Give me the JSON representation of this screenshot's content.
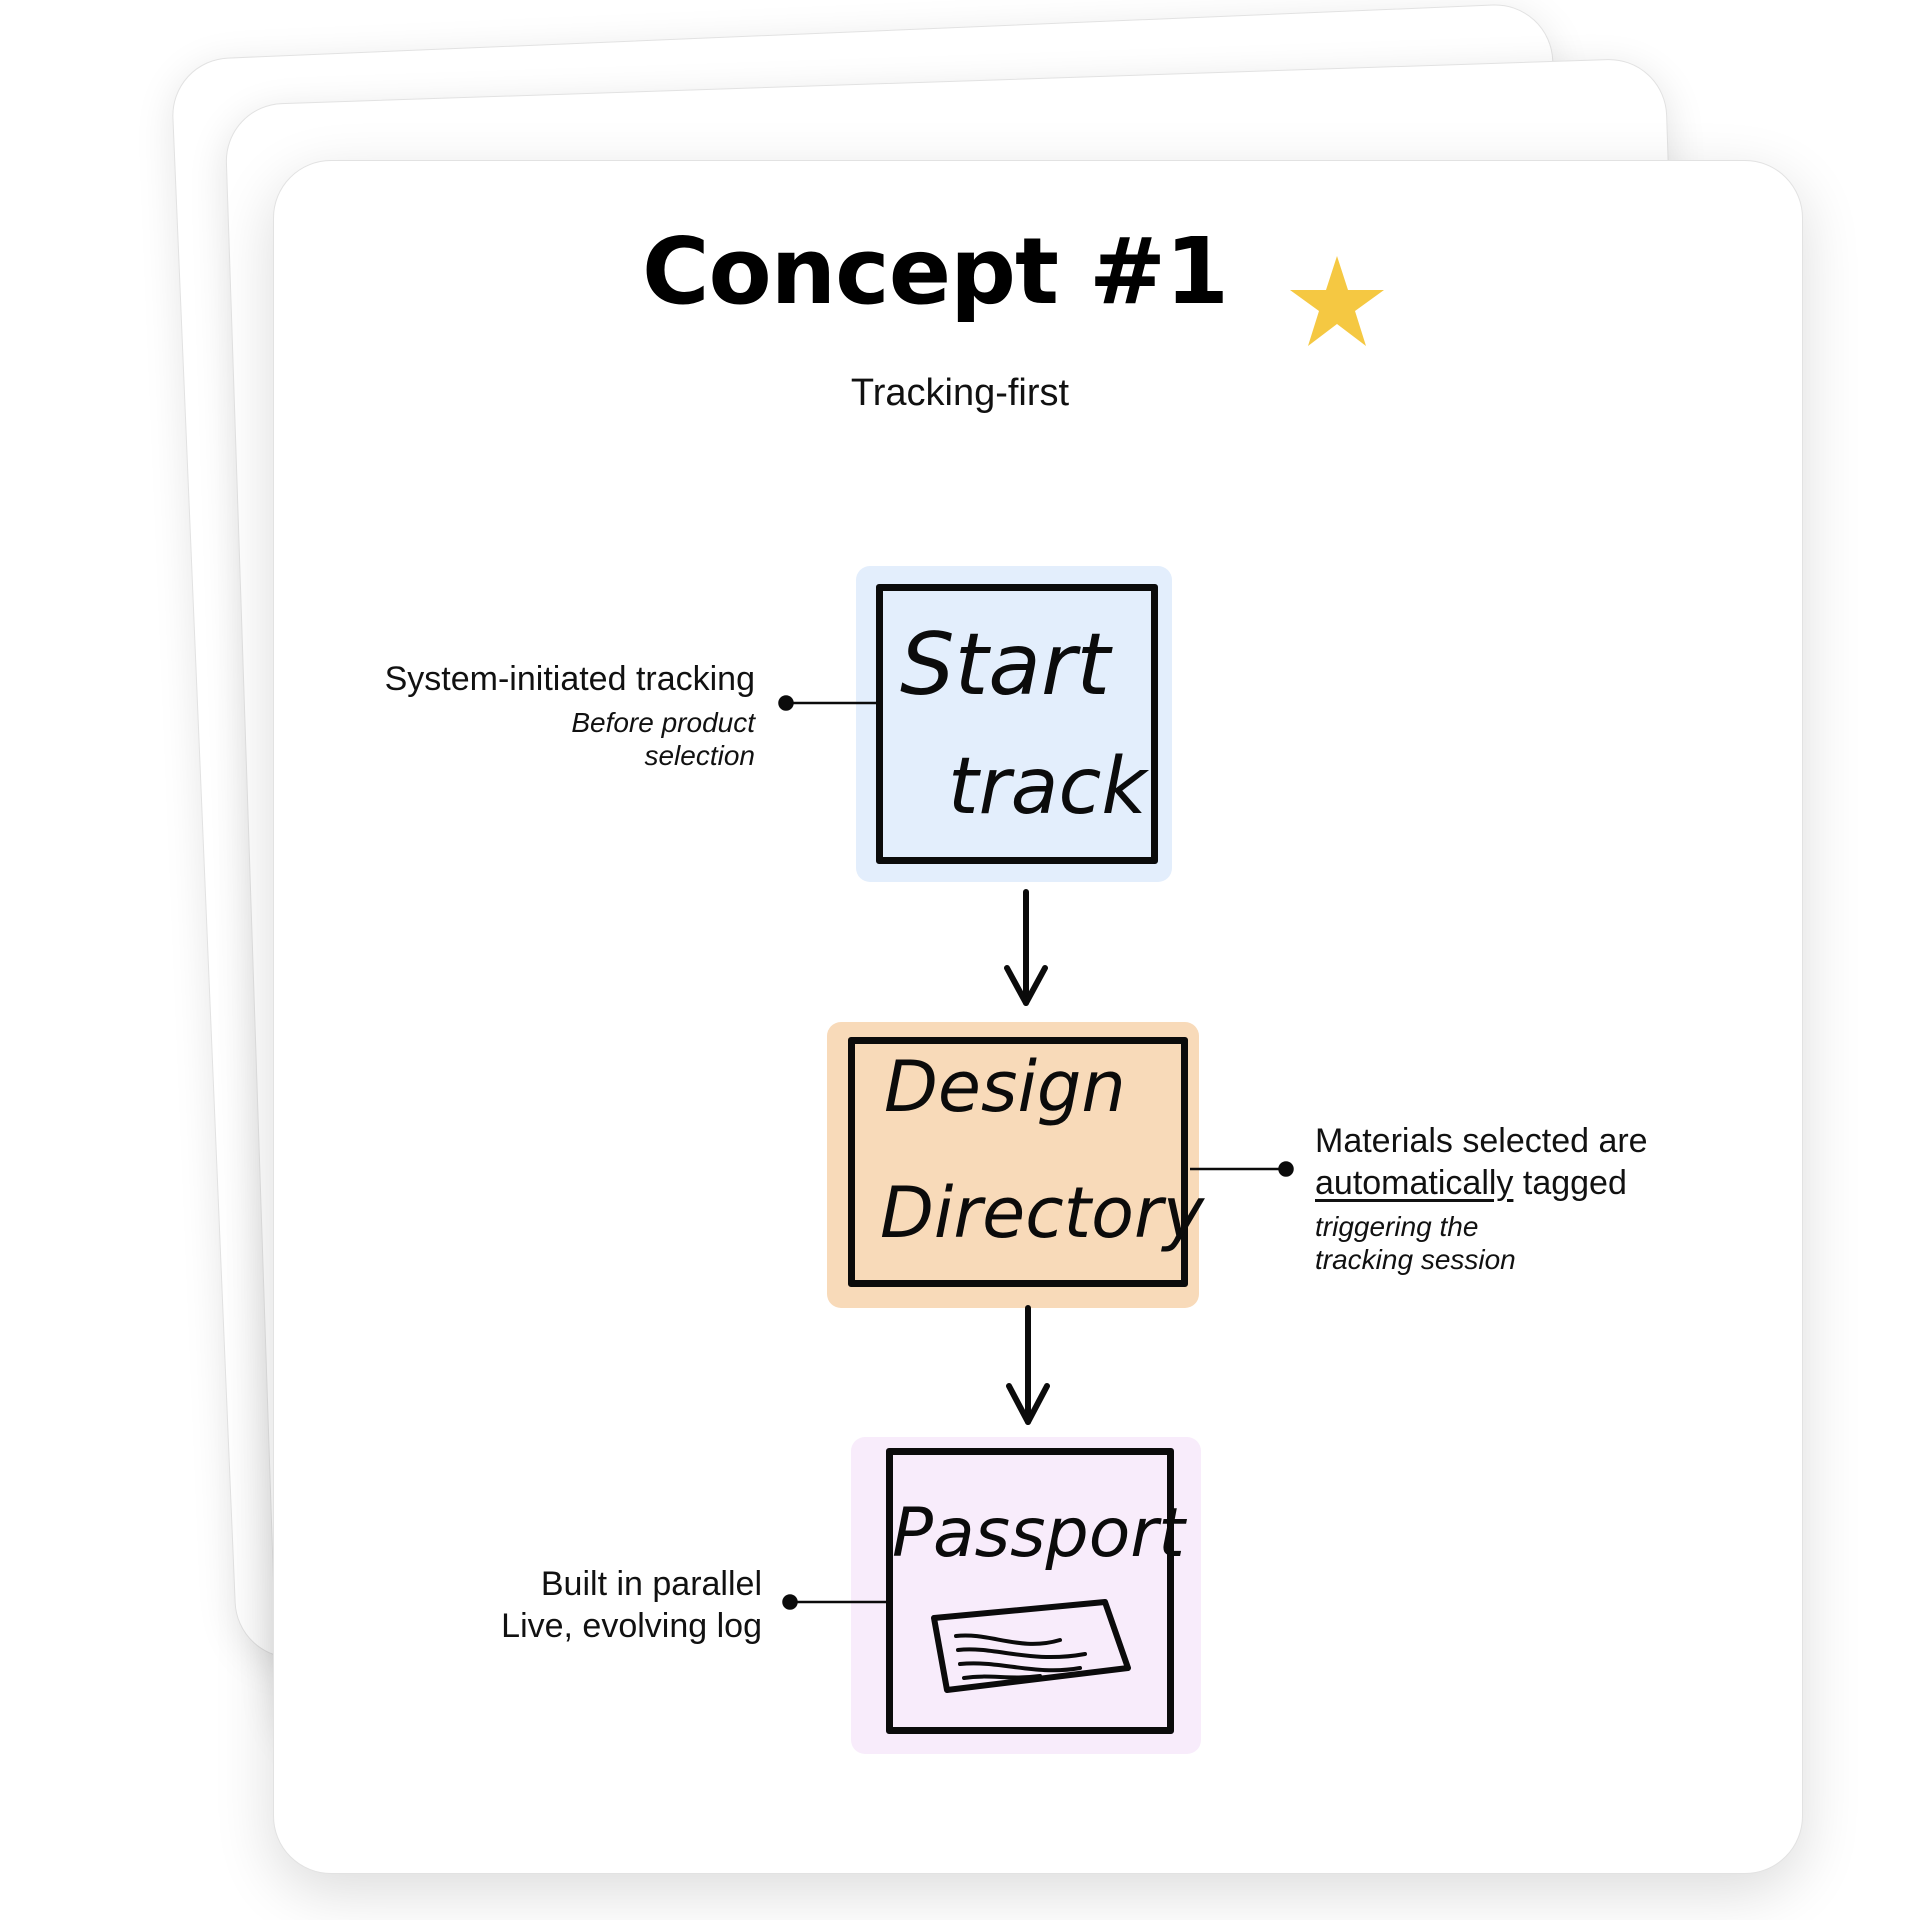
{
  "title": "Concept #1",
  "subtitle": "Tracking-first",
  "accent_star_color": "#f5c842",
  "steps": [
    {
      "label_line1": "Start",
      "label_line2": "track",
      "fill_color": "#e3eefc"
    },
    {
      "label_line1": "Design",
      "label_line2": "Directory",
      "fill_color": "#f8dab9"
    },
    {
      "label_line1": "Passport",
      "fill_color": "#f8ecfb",
      "icon": "passport-document-icon"
    }
  ],
  "annotations": {
    "start": {
      "main": "System-initiated tracking",
      "sub_line1": "Before product",
      "sub_line2": "selection"
    },
    "design": {
      "main_line1": "Materials selected are",
      "main_underlined": "automatically",
      "main_rest": " tagged",
      "sub_line1": "triggering the",
      "sub_line2": "tracking session"
    },
    "passport": {
      "main_line1": "Built in parallel",
      "main_line2": "Live, evolving log"
    }
  }
}
